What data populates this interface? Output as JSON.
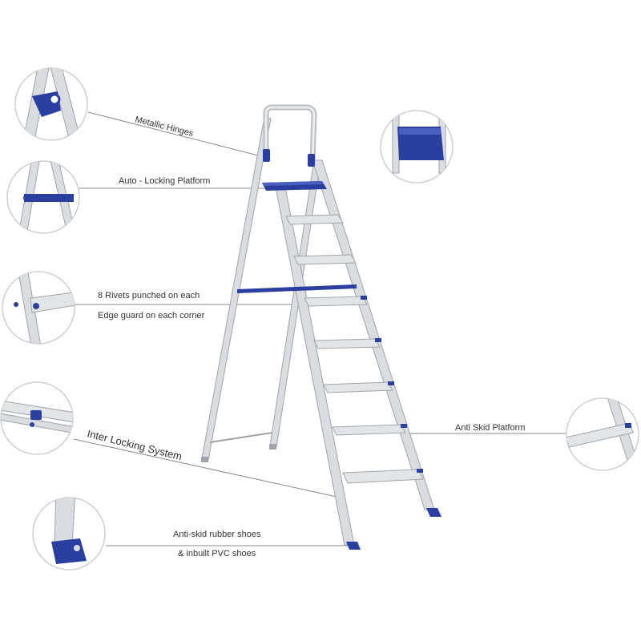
{
  "labels": {
    "metallic_hinges": "Metallic Hinges",
    "auto_locking": "Auto - Locking Platform",
    "rivets": "8 Rivets punched on each",
    "edge_guard": "Edge guard on each corner",
    "inter_locking": "Inter Locking System",
    "anti_skid_platform": "Anti Skid Platform",
    "rubber_shoes": "Anti-skid rubber shoes",
    "pvc_shoes": "& inbuilt PVC shoes"
  },
  "colors": {
    "aluminium": "#d9dde1",
    "aluminium_edge": "#9ea4aa",
    "accent_blue": "#2b3fa0",
    "leader_line": "#8a8a8a",
    "circle_border": "#cfcfcf"
  },
  "icons": {
    "detail_hinge": "metallic-hinge-detail-icon",
    "detail_lock": "auto-lock-detail-icon",
    "detail_rivet": "rivet-detail-icon",
    "detail_interlock": "interlock-detail-icon",
    "detail_shoe": "rubber-shoe-detail-icon",
    "detail_platform": "top-platform-detail-icon",
    "detail_antiskid": "anti-skid-step-detail-icon"
  }
}
